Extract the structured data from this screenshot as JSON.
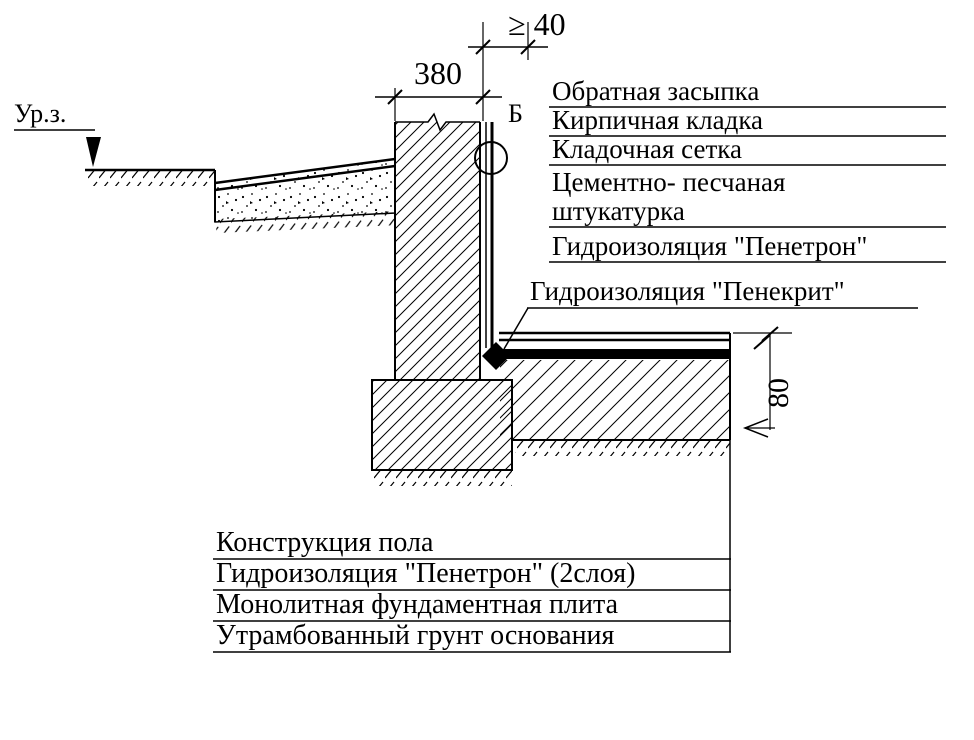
{
  "drawing": {
    "kind": "foundation-waterproofing-detail"
  },
  "dimensions": {
    "top_gap": "≥ 40",
    "wall_width": "380",
    "floor_thickness": "80"
  },
  "markers": {
    "detail_letter": "Б",
    "ground_level": "Ур.з."
  },
  "right_callouts": {
    "backfill": "Обратная засыпка",
    "brickwork": "Кирпичная кладка",
    "masonry_mesh": "Кладочная сетка",
    "plaster_line1": "Цементно- песчаная",
    "plaster_line2": "штукатурка",
    "penetron": "Гидроизоляция \"Пенетрон\"",
    "penekrit": "Гидроизоляция \"Пенекрит\""
  },
  "bottom_callouts": {
    "floor": "Конструкция пола",
    "penetron2": "Гидроизоляция \"Пенетрон\" (2слоя)",
    "slab": "Монолитная фундаментная плита",
    "soil": "Утрамбованный грунт основания"
  },
  "colors": {
    "line": "#000000",
    "background": "#ffffff"
  }
}
